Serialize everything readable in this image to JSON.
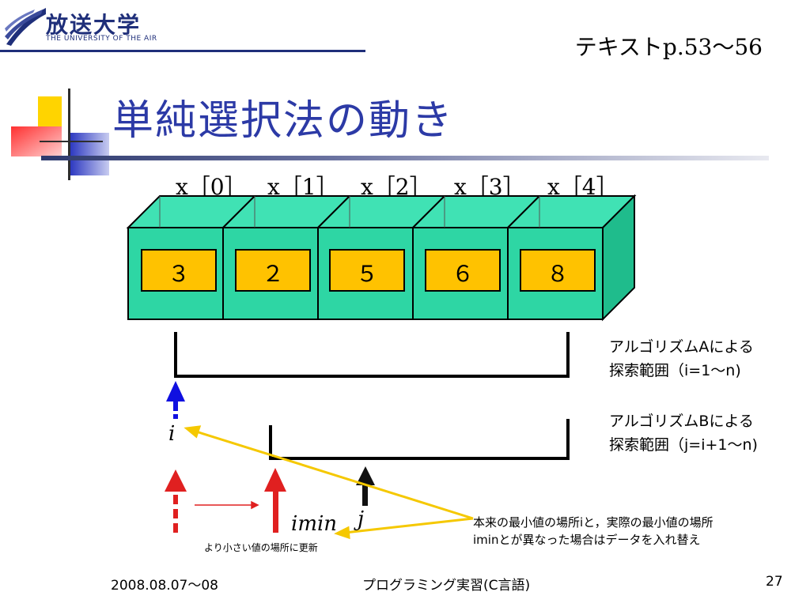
{
  "header": {
    "logo_text": "放送大学",
    "logo_subtitle": "THE UNIVERSITY OF THE AIR",
    "text_reference": "テキストp.53〜56"
  },
  "slide": {
    "title": "単純選択法の動き"
  },
  "array": {
    "indices": [
      "x［0］",
      "x［1］",
      "x［2］",
      "x［3］",
      "x［4］"
    ],
    "values": [
      "３",
      "２",
      "５",
      "６",
      "８"
    ]
  },
  "ranges": {
    "algorithm_a_line1": "アルゴリズムAによる",
    "algorithm_a_line2": "探索範囲（i=1〜n)",
    "algorithm_b_line1": "アルゴリズムBによる",
    "algorithm_b_line2": "探索範囲（j=i+1〜n)"
  },
  "variables": {
    "i_label": "i",
    "imin_label": "imin",
    "j_label": "j"
  },
  "annotations": {
    "smaller_value_note": "より小さい値の場所に更新",
    "swap_note_line1": "本来の最小値の場所iと，実際の最小値の場所",
    "swap_note_line2": "iminとが異なった場合はデータを入れ替え"
  },
  "footer": {
    "date": "2008.08.07〜08",
    "course": "プログラミング実習(C言語)",
    "page": "27"
  },
  "colors": {
    "title_blue": "#2c3aa6",
    "box_green": "#2ed6a4",
    "value_yellow": "#ffc200",
    "arrow_blue": "#1010e0",
    "arrow_red": "#e02020",
    "pointer_yellow": "#f5c800"
  }
}
